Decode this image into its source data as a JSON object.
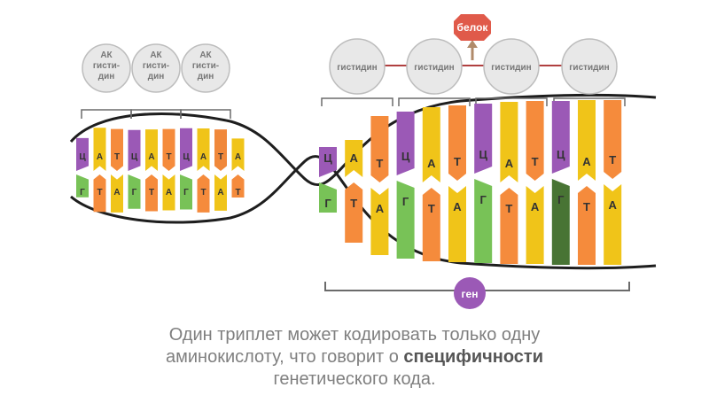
{
  "protein": {
    "label": "белок"
  },
  "gene": {
    "label": "ген"
  },
  "left_amino_acids": [
    {
      "lines": [
        "АК",
        "гисти-",
        "дин"
      ]
    },
    {
      "lines": [
        "АК",
        "гисти-",
        "дин"
      ]
    },
    {
      "lines": [
        "АК",
        "гисти-",
        "дин"
      ]
    }
  ],
  "right_amino_acids": [
    {
      "label": "гистидин"
    },
    {
      "label": "гистидин"
    },
    {
      "label": "гистидин"
    },
    {
      "label": "гистидин"
    }
  ],
  "left_pairs": [
    {
      "top": "Ц",
      "bottom": "Г"
    },
    {
      "top": "А",
      "bottom": "Т"
    },
    {
      "top": "Т",
      "bottom": "А"
    },
    {
      "top": "Ц",
      "bottom": "Г"
    },
    {
      "top": "А",
      "bottom": "Т"
    },
    {
      "top": "Т",
      "bottom": "А"
    },
    {
      "top": "Ц",
      "bottom": "Г"
    },
    {
      "top": "А",
      "bottom": "Т"
    },
    {
      "top": "Т",
      "bottom": "А"
    },
    {
      "top": "А",
      "bottom": "Т"
    }
  ],
  "right_pairs": [
    {
      "top": "Ц",
      "bottom": "Г"
    },
    {
      "top": "А",
      "bottom": "Т"
    },
    {
      "top": "Т",
      "bottom": "А"
    },
    {
      "top": "Ц",
      "bottom": "Г"
    },
    {
      "top": "А",
      "bottom": "Т"
    },
    {
      "top": "Т",
      "bottom": "А"
    },
    {
      "top": "Ц",
      "bottom": "Г"
    },
    {
      "top": "А",
      "bottom": "Т"
    },
    {
      "top": "Т",
      "bottom": "А"
    },
    {
      "top": "Ц",
      "bottom": "Г"
    },
    {
      "top": "А",
      "bottom": "Т"
    },
    {
      "top": "Т",
      "bottom": "А"
    }
  ],
  "caption": {
    "part1": "Один триплет может кодировать только одну",
    "part2": "аминокислоту, что говорит о ",
    "bold": "специфичности",
    "part3": "генетического кода."
  },
  "colors": {
    "Ц": "#9b59b6",
    "Г": "#78c257",
    "А": "#f0c419",
    "Т": "#f58b3c",
    "protein": "#e05a4a",
    "gene": "#9b59b6",
    "circle_fill": "#e8e8e8",
    "circle_stroke": "#bdbdbd",
    "link_line": "#b04040",
    "strand": "#1e1e1e"
  }
}
